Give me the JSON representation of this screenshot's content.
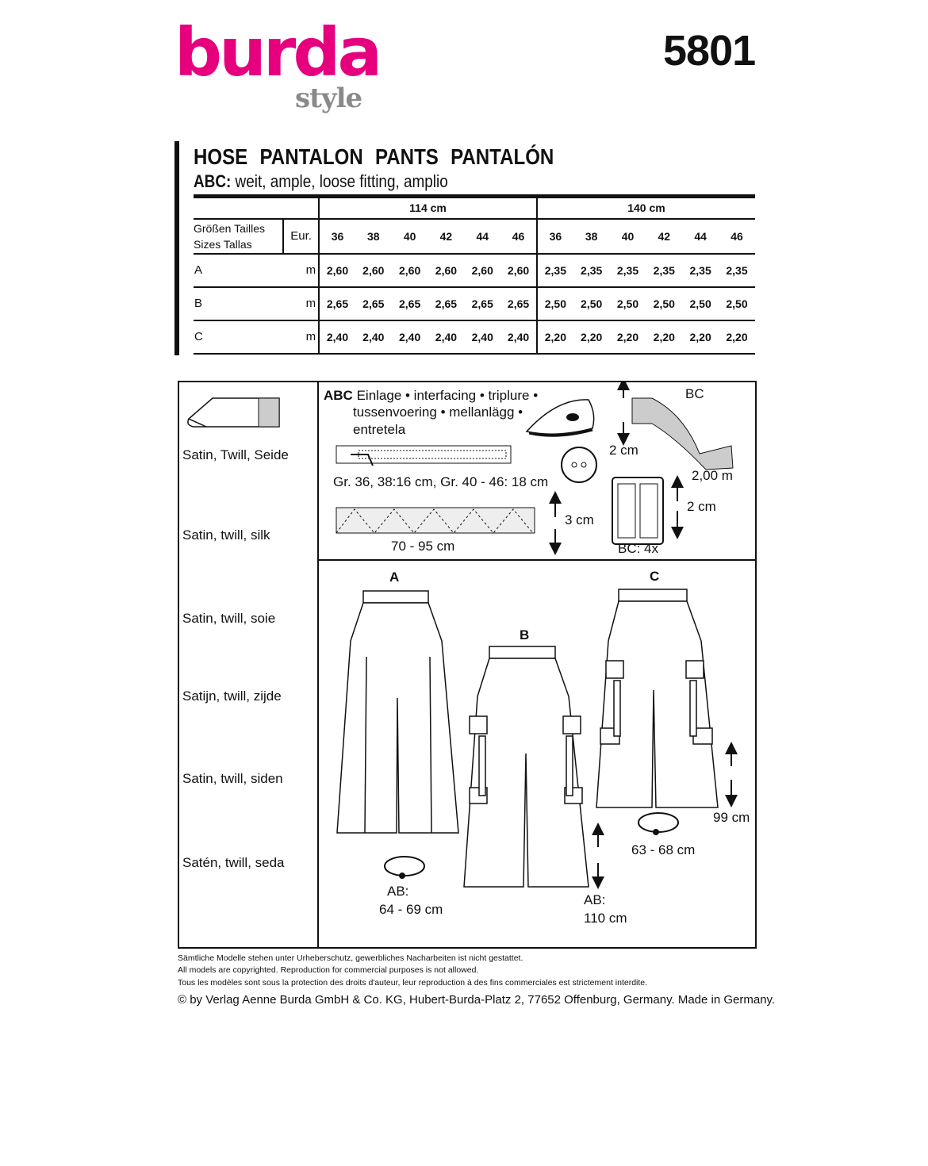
{
  "brand": {
    "name": "burda",
    "sub": "style",
    "color": "#e6007e"
  },
  "pattern_number": "5801",
  "title": "HOSE   PANTALON   PANTS   PANTALÓN",
  "subtitle": {
    "prefix": "ABC:",
    "text": " weit, ample, loose fitting, amplio"
  },
  "table": {
    "widths": [
      "114 cm",
      "140 cm"
    ],
    "size_label_1": "Größen  Tailles",
    "size_label_2": "Sizes  Tallas",
    "eur": "Eur.",
    "sizes": [
      "36",
      "38",
      "40",
      "42",
      "44",
      "46",
      "36",
      "38",
      "40",
      "42",
      "44",
      "46"
    ],
    "rows": [
      {
        "view": "A",
        "unit": "m",
        "values": [
          "2,60",
          "2,60",
          "2,60",
          "2,60",
          "2,60",
          "2,60",
          "2,35",
          "2,35",
          "2,35",
          "2,35",
          "2,35",
          "2,35"
        ]
      },
      {
        "view": "B",
        "unit": "m",
        "values": [
          "2,65",
          "2,65",
          "2,65",
          "2,65",
          "2,65",
          "2,65",
          "2,50",
          "2,50",
          "2,50",
          "2,50",
          "2,50",
          "2,50"
        ]
      },
      {
        "view": "C",
        "unit": "m",
        "values": [
          "2,40",
          "2,40",
          "2,40",
          "2,40",
          "2,40",
          "2,40",
          "2,20",
          "2,20",
          "2,20",
          "2,20",
          "2,20",
          "2,20"
        ]
      }
    ]
  },
  "fabrics": [
    "Satin, Twill, Seide",
    "Satin, twill, silk",
    "Satin, twill, soie",
    "Satijn, twill, zijde",
    "Satin, twill, siden",
    "Satén, twill, seda"
  ],
  "notions": {
    "interfacing_prefix": "ABC",
    "interfacing_1": "Einlage • interfacing • triplure •",
    "interfacing_2": "tussenvoering • mellanlägg •",
    "interfacing_3": "entretela",
    "zipper": "Gr. 36, 38:16 cm, Gr. 40 - 46: 18 cm",
    "elastic_len": "70 - 95 cm",
    "elastic_w": "3 cm",
    "tape_w": "2 cm",
    "tape_label": "BC",
    "tape_len": "2,00 m",
    "buckle_w": "2 cm",
    "buckle_qty": "BC: 4x"
  },
  "views": {
    "a": "A",
    "b": "B",
    "c": "C"
  },
  "measures": {
    "ab_label": "AB:",
    "ab_waist": "64 - 69 cm",
    "ab_len": "110 cm",
    "c_waist": "63 - 68 cm",
    "c_len": "99 cm"
  },
  "footer": {
    "de": "Sämtliche Modelle stehen unter Urheberschutz, gewerbliches Nacharbeiten ist nicht gestattet.",
    "en": "All models are copyrighted. Reproduction for commercial purposes is not allowed.",
    "fr": "Tous les modèles sont sous la protection des droits d'auteur, leur reproduction à des fins commerciales est strictement interdite.",
    "copyright": "© by Verlag Aenne Burda GmbH & Co. KG, Hubert-Burda-Platz 2, 77652 Offenburg, Germany. Made in Germany."
  }
}
